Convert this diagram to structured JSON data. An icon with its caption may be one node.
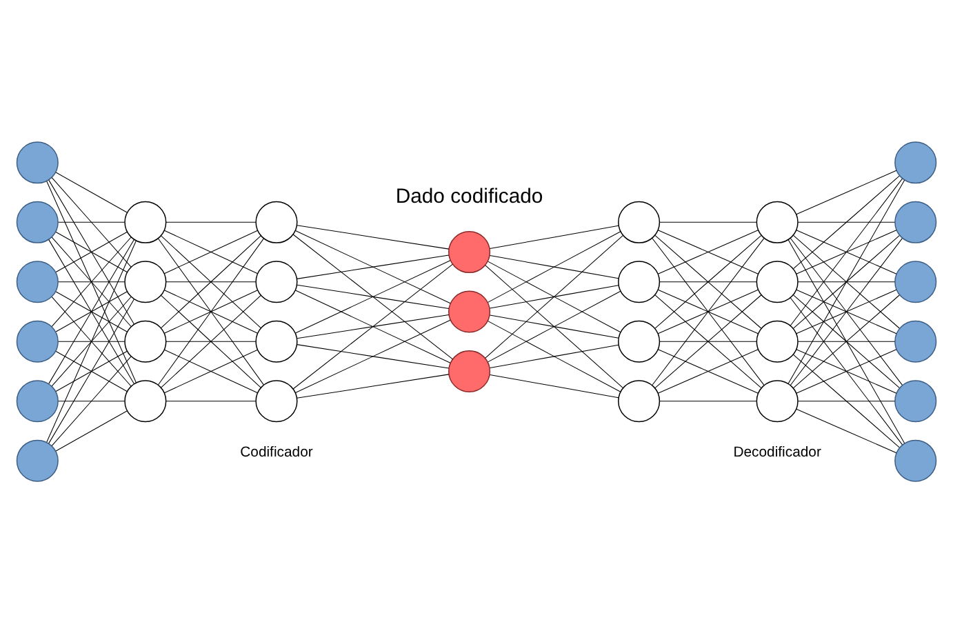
{
  "diagram": {
    "nodes": [
      {
        "text": [],
        "shape": "circle"
      },
      {
        "text": [],
        "shape": "circle"
      },
      {
        "text": [],
        "shape": "circle"
      },
      {
        "text": [],
        "shape": "circle"
      },
      {
        "text": [],
        "shape": "circle"
      },
      {
        "text": [],
        "shape": "circle"
      },
      {
        "text": [],
        "shape": "circle"
      },
      {
        "text": [],
        "shape": "circle"
      },
      {
        "text": [],
        "shape": "circle"
      },
      {
        "text": [],
        "shape": "circle"
      },
      {
        "text": [],
        "shape": "circle"
      },
      {
        "text": [],
        "shape": "circle"
      },
      {
        "text": [],
        "shape": "circle"
      },
      {
        "text": [],
        "shape": "circle"
      },
      {
        "text": [],
        "shape": "circle"
      },
      {
        "text": [],
        "shape": "circle"
      },
      {
        "text": [],
        "shape": "circle"
      },
      {
        "text": [],
        "shape": "circle"
      },
      {
        "text": [],
        "shape": "circle"
      },
      {
        "text": [],
        "shape": "circle"
      },
      {
        "text": [],
        "shape": "circle"
      },
      {
        "text": [],
        "shape": "circle"
      },
      {
        "text": [],
        "shape": "circle"
      },
      {
        "text": [],
        "shape": "circle"
      },
      {
        "text": [],
        "shape": "circle"
      },
      {
        "text": [],
        "shape": "circle"
      },
      {
        "text": [],
        "shape": "circle"
      },
      {
        "text": [],
        "shape": "circle"
      },
      {
        "text": [],
        "shape": "circle"
      },
      {
        "text": [],
        "shape": "circle"
      },
      {
        "text": [],
        "shape": "circle"
      }
    ],
    "edges": [
      {
        "from": 0,
        "to": 6,
        "arrow": "none"
      },
      {
        "from": 0,
        "to": 7,
        "arrow": "none"
      },
      {
        "from": 0,
        "to": 8,
        "arrow": "none"
      },
      {
        "from": 0,
        "to": 9,
        "arrow": "none"
      },
      {
        "from": 1,
        "to": 6,
        "arrow": "none"
      },
      {
        "from": 1,
        "to": 7,
        "arrow": "none"
      },
      {
        "from": 1,
        "to": 8,
        "arrow": "none"
      },
      {
        "from": 1,
        "to": 9,
        "arrow": "none"
      },
      {
        "from": 2,
        "to": 6,
        "arrow": "none"
      },
      {
        "from": 2,
        "to": 7,
        "arrow": "none"
      },
      {
        "from": 2,
        "to": 8,
        "arrow": "none"
      },
      {
        "from": 2,
        "to": 9,
        "arrow": "none"
      },
      {
        "from": 3,
        "to": 6,
        "arrow": "none"
      },
      {
        "from": 3,
        "to": 7,
        "arrow": "none"
      },
      {
        "from": 3,
        "to": 8,
        "arrow": "none"
      },
      {
        "from": 3,
        "to": 9,
        "arrow": "none"
      },
      {
        "from": 4,
        "to": 6,
        "arrow": "none"
      },
      {
        "from": 4,
        "to": 7,
        "arrow": "none"
      },
      {
        "from": 4,
        "to": 8,
        "arrow": "none"
      },
      {
        "from": 4,
        "to": 9,
        "arrow": "none"
      },
      {
        "from": 5,
        "to": 6,
        "arrow": "none"
      },
      {
        "from": 5,
        "to": 7,
        "arrow": "none"
      },
      {
        "from": 5,
        "to": 8,
        "arrow": "none"
      },
      {
        "from": 5,
        "to": 9,
        "arrow": "none"
      },
      {
        "from": 6,
        "to": 10,
        "arrow": "none"
      },
      {
        "from": 6,
        "to": 11,
        "arrow": "none"
      },
      {
        "from": 6,
        "to": 12,
        "arrow": "none"
      },
      {
        "from": 6,
        "to": 13,
        "arrow": "none"
      },
      {
        "from": 7,
        "to": 10,
        "arrow": "none"
      },
      {
        "from": 7,
        "to": 11,
        "arrow": "none"
      },
      {
        "from": 7,
        "to": 12,
        "arrow": "none"
      },
      {
        "from": 7,
        "to": 13,
        "arrow": "none"
      },
      {
        "from": 8,
        "to": 10,
        "arrow": "none"
      },
      {
        "from": 8,
        "to": 11,
        "arrow": "none"
      },
      {
        "from": 8,
        "to": 12,
        "arrow": "none"
      },
      {
        "from": 8,
        "to": 13,
        "arrow": "none"
      },
      {
        "from": 9,
        "to": 10,
        "arrow": "none"
      },
      {
        "from": 9,
        "to": 11,
        "arrow": "none"
      },
      {
        "from": 9,
        "to": 12,
        "arrow": "none"
      },
      {
        "from": 9,
        "to": 13,
        "arrow": "none"
      },
      {
        "from": 10,
        "to": 14,
        "arrow": "none"
      },
      {
        "from": 10,
        "to": 15,
        "arrow": "none"
      },
      {
        "from": 10,
        "to": 16,
        "arrow": "none"
      },
      {
        "from": 11,
        "to": 14,
        "arrow": "none"
      },
      {
        "from": 11,
        "to": 15,
        "arrow": "none"
      },
      {
        "from": 11,
        "to": 16,
        "arrow": "none"
      },
      {
        "from": 12,
        "to": 14,
        "arrow": "none"
      },
      {
        "from": 12,
        "to": 15,
        "arrow": "none"
      },
      {
        "from": 12,
        "to": 16,
        "arrow": "none"
      },
      {
        "from": 13,
        "to": 14,
        "arrow": "none"
      },
      {
        "from": 13,
        "to": 15,
        "arrow": "none"
      },
      {
        "from": 13,
        "to": 16,
        "arrow": "none"
      },
      {
        "from": 14,
        "to": 17,
        "arrow": "none"
      },
      {
        "from": 14,
        "to": 18,
        "arrow": "none"
      },
      {
        "from": 14,
        "to": 19,
        "arrow": "none"
      },
      {
        "from": 14,
        "to": 20,
        "arrow": "none"
      },
      {
        "from": 15,
        "to": 17,
        "arrow": "none"
      },
      {
        "from": 15,
        "to": 18,
        "arrow": "none"
      },
      {
        "from": 15,
        "to": 19,
        "arrow": "none"
      },
      {
        "from": 15,
        "to": 20,
        "arrow": "none"
      },
      {
        "from": 16,
        "to": 17,
        "arrow": "none"
      },
      {
        "from": 16,
        "to": 18,
        "arrow": "none"
      },
      {
        "from": 16,
        "to": 19,
        "arrow": "none"
      },
      {
        "from": 16,
        "to": 20,
        "arrow": "none"
      },
      {
        "from": 17,
        "to": 21,
        "arrow": "none"
      },
      {
        "from": 17,
        "to": 22,
        "arrow": "none"
      },
      {
        "from": 17,
        "to": 23,
        "arrow": "none"
      },
      {
        "from": 17,
        "to": 24,
        "arrow": "none"
      },
      {
        "from": 18,
        "to": 21,
        "arrow": "none"
      },
      {
        "from": 18,
        "to": 22,
        "arrow": "none"
      },
      {
        "from": 18,
        "to": 23,
        "arrow": "none"
      },
      {
        "from": 18,
        "to": 24,
        "arrow": "none"
      },
      {
        "from": 19,
        "to": 21,
        "arrow": "none"
      },
      {
        "from": 19,
        "to": 22,
        "arrow": "none"
      },
      {
        "from": 19,
        "to": 23,
        "arrow": "none"
      },
      {
        "from": 19,
        "to": 24,
        "arrow": "none"
      },
      {
        "from": 20,
        "to": 21,
        "arrow": "none"
      },
      {
        "from": 20,
        "to": 22,
        "arrow": "none"
      },
      {
        "from": 20,
        "to": 23,
        "arrow": "none"
      },
      {
        "from": 20,
        "to": 24,
        "arrow": "none"
      },
      {
        "from": 21,
        "to": 25,
        "arrow": "none"
      },
      {
        "from": 21,
        "to": 26,
        "arrow": "none"
      },
      {
        "from": 21,
        "to": 27,
        "arrow": "none"
      },
      {
        "from": 21,
        "to": 28,
        "arrow": "none"
      },
      {
        "from": 21,
        "to": 29,
        "arrow": "none"
      },
      {
        "from": 21,
        "to": 30,
        "arrow": "none"
      },
      {
        "from": 22,
        "to": 25,
        "arrow": "none"
      },
      {
        "from": 22,
        "to": 26,
        "arrow": "none"
      },
      {
        "from": 22,
        "to": 27,
        "arrow": "none"
      },
      {
        "from": 22,
        "to": 28,
        "arrow": "none"
      },
      {
        "from": 22,
        "to": 29,
        "arrow": "none"
      },
      {
        "from": 22,
        "to": 30,
        "arrow": "none"
      },
      {
        "from": 23,
        "to": 25,
        "arrow": "none"
      },
      {
        "from": 23,
        "to": 26,
        "arrow": "none"
      },
      {
        "from": 23,
        "to": 27,
        "arrow": "none"
      },
      {
        "from": 23,
        "to": 28,
        "arrow": "none"
      },
      {
        "from": 23,
        "to": 29,
        "arrow": "none"
      },
      {
        "from": 23,
        "to": 30,
        "arrow": "none"
      },
      {
        "from": 24,
        "to": 25,
        "arrow": "none"
      },
      {
        "from": 24,
        "to": 26,
        "arrow": "none"
      },
      {
        "from": 24,
        "to": 27,
        "arrow": "none"
      },
      {
        "from": 24,
        "to": 28,
        "arrow": "none"
      },
      {
        "from": 24,
        "to": 29,
        "arrow": "none"
      },
      {
        "from": 24,
        "to": 30,
        "arrow": "none"
      }
    ],
    "labels": [
      "Dado codificado",
      "Codificador",
      "Decodificador"
    ]
  }
}
